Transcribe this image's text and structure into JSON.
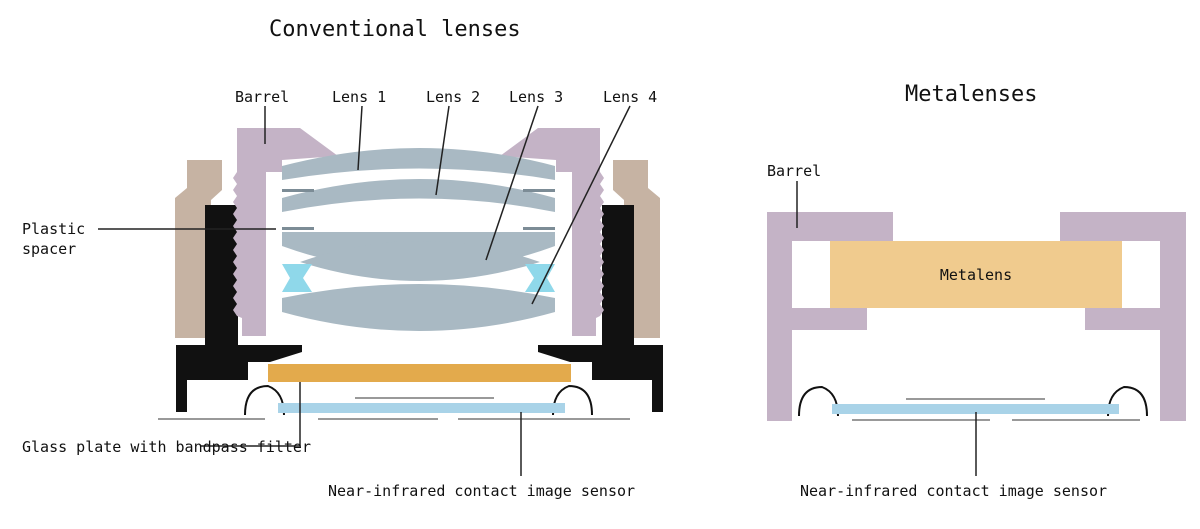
{
  "conventional": {
    "title": "Conventional lenses",
    "labels": {
      "barrel": "Barrel",
      "lens1": "Lens 1",
      "lens2": "Lens 2",
      "lens3": "Lens 3",
      "lens4": "Lens 4",
      "spacer_line1": "Plastic",
      "spacer_line2": "spacer",
      "glass_plate": "Glass plate with bandpass filter",
      "sensor": "Near-infrared contact image sensor"
    }
  },
  "metalenses": {
    "title": "Metalenses",
    "labels": {
      "barrel": "Barrel",
      "metalens": "Metalens",
      "sensor": "Near-infrared contact image sensor"
    }
  },
  "colors": {
    "barrel": "#c4b3c6",
    "outer_housing": "#c6b3a3",
    "lens": "#a9b9c3",
    "spacer_cyan": "#8fd8ea",
    "glass_plate": "#e3aa4c",
    "sensor": "#a9d3e8",
    "metalens": "#f0cb8e",
    "housing_black": "#111111",
    "leader_line": "#222222"
  }
}
